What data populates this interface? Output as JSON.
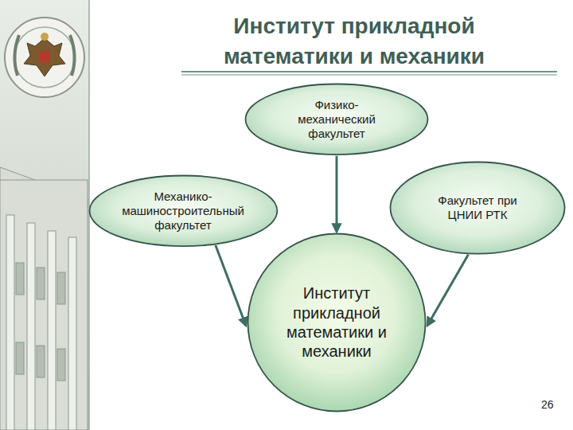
{
  "diagram": {
    "title": "Институт прикладной математики и механики",
    "nodes": [
      {
        "text": [
          "Физико- механический факультет"
        ]
      },
      {
        "text": [
          "Механико- машиностроительный факультет"
        ]
      },
      {
        "text": [
          "Факультет при ЦНИИ РТК"
        ]
      },
      {
        "text": [
          "Институт прикладной математики и механики"
        ]
      }
    ],
    "edges": [
      {
        "from": 0,
        "to": 3,
        "arrow": "to"
      },
      {
        "from": 1,
        "to": 3,
        "arrow": "to"
      },
      {
        "from": 2,
        "to": 3,
        "arrow": "to"
      }
    ],
    "labels": [
      "26"
    ]
  }
}
